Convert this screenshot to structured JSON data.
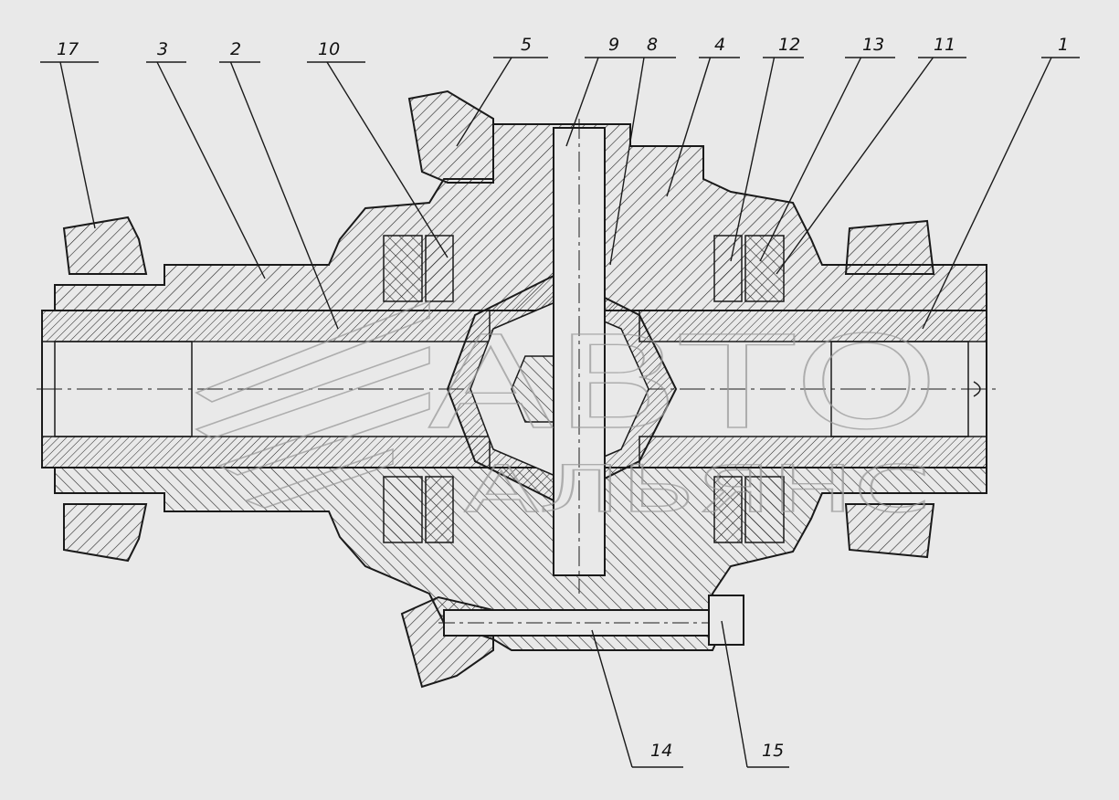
{
  "diagram": {
    "background_color": "#e9e9e9",
    "line_color": "#1a1a1a",
    "callouts": [
      {
        "id": "17",
        "label": "17"
      },
      {
        "id": "3",
        "label": "3"
      },
      {
        "id": "2",
        "label": "2"
      },
      {
        "id": "10",
        "label": "10"
      },
      {
        "id": "5",
        "label": "5"
      },
      {
        "id": "9",
        "label": "9"
      },
      {
        "id": "8",
        "label": "8"
      },
      {
        "id": "4",
        "label": "4"
      },
      {
        "id": "12",
        "label": "12"
      },
      {
        "id": "13",
        "label": "13"
      },
      {
        "id": "11",
        "label": "11"
      },
      {
        "id": "1",
        "label": "1"
      },
      {
        "id": "14",
        "label": "14"
      },
      {
        "id": "15",
        "label": "15"
      }
    ],
    "watermark": {
      "line1": "АВТО",
      "line2": "АЛЬЯНС"
    }
  }
}
